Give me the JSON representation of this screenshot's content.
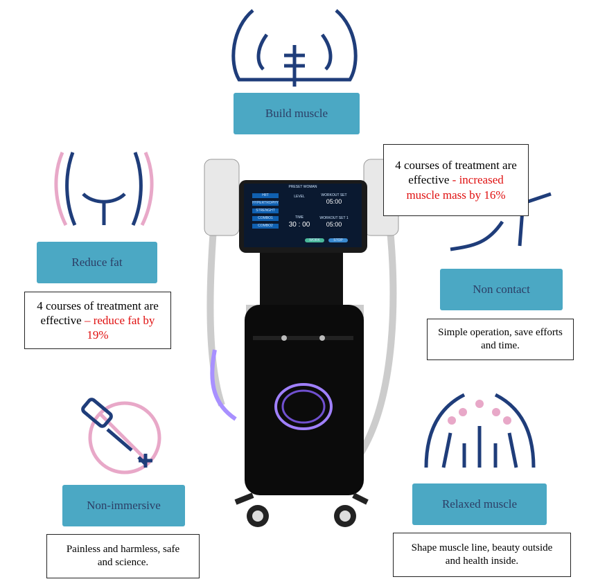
{
  "features": [
    {
      "label": "Build muscle"
    },
    {
      "label": "Reduce fat",
      "note_a": "4 courses of treatment are effective ",
      "note_b": "– reduce fat by 19%"
    },
    {
      "note_a": "4 courses of treatment are effective ",
      "note_b": "- increased muscle mass by 16%"
    },
    {
      "label": "Non contact",
      "note": "Simple operation, save efforts and time."
    },
    {
      "label": "Non-immersive",
      "note": "Painless and harmless, safe and science."
    },
    {
      "label": "Relaxed muscle",
      "note": "Shape muscle line, beauty outside and health inside."
    }
  ],
  "screen": {
    "title": "PRESET WOMAN",
    "programs": [
      "HIIT",
      "HYPERTROPHY",
      "STRENGHT",
      "COMBO1",
      "COMBO2"
    ],
    "level": "LEVEL",
    "time_label": "TIME",
    "time": "30 : 00",
    "set1": "WORKOUT SET",
    "set1_value": "05:00",
    "set2": "WORKOUT SET 1",
    "set2_value": "05:00",
    "work": "WORK",
    "stop": "STOP"
  },
  "colors": {
    "button": "#4ba8c4",
    "icon": "#1f3d7a",
    "accent": "#e01010",
    "pink": "#e8a8c8"
  }
}
